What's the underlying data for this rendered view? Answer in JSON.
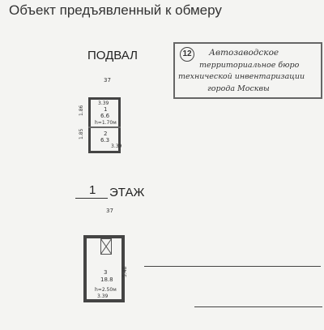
{
  "header": {
    "title": "Объект предъявленный к обмеру"
  },
  "basement": {
    "title": "ПОДВАЛ",
    "top_dim": "37",
    "width_top": "3.39",
    "side_top": "1.86",
    "room1": {
      "number": "1",
      "area": "6.6",
      "height": "h=1.70м"
    },
    "side_bottom": "1.85",
    "room2": {
      "number": "2",
      "area": "6.3"
    },
    "width_bottom": "3.39"
  },
  "floor1": {
    "number": "1",
    "title": "ЭТАЖ",
    "top_dim": "37",
    "room3": {
      "number": "3",
      "area": "18.8",
      "height": "h=2.50м"
    },
    "side": "5.48",
    "width_bottom": "3.39"
  },
  "stamp": {
    "number": "12",
    "lines": [
      "Автозаводское",
      "территориальное бюро",
      "технической инвентаризации",
      "города Москвы"
    ]
  }
}
